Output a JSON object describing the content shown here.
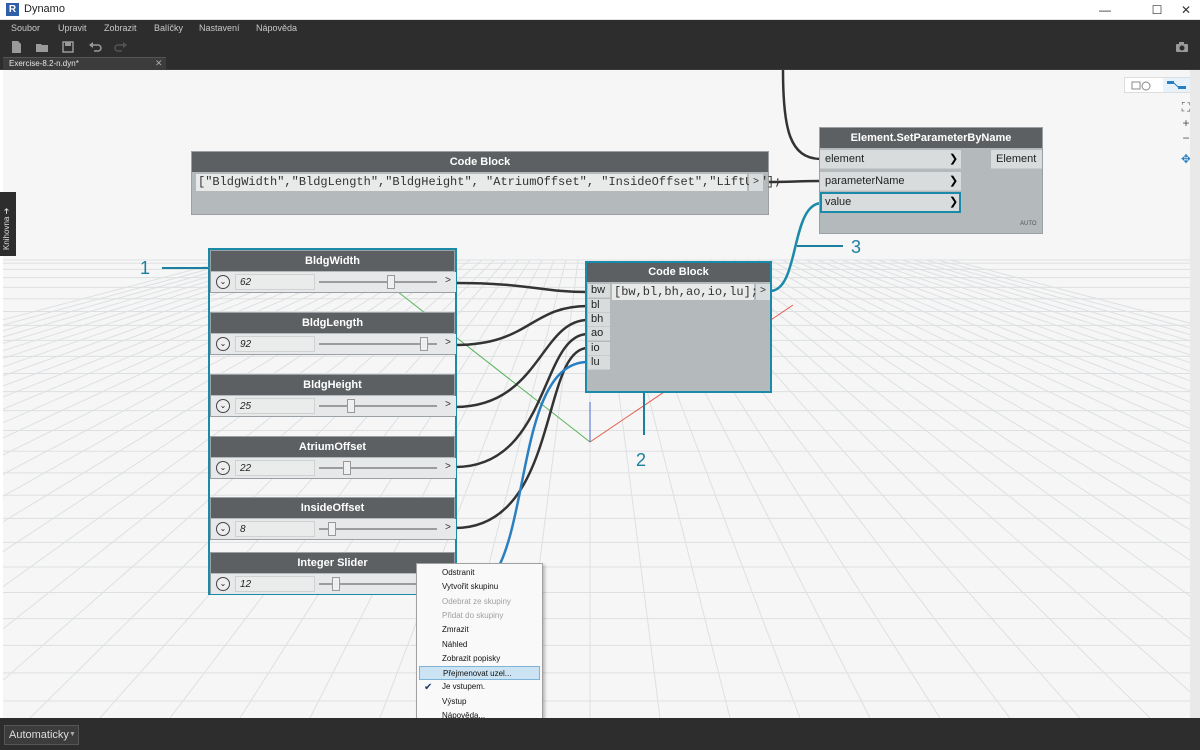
{
  "window": {
    "title": "Dynamo",
    "app_icon": "R",
    "controls": [
      "—",
      "☐",
      "✕"
    ]
  },
  "menu": [
    "Soubor",
    "Upravit",
    "Zobrazit",
    "Balíčky",
    "Nastavení",
    "Nápověda"
  ],
  "toolbar": {
    "icons": [
      "new-file-icon",
      "open-icon",
      "save-icon",
      "undo-icon",
      "redo-icon",
      "camera-icon"
    ]
  },
  "tab": {
    "label": "Exercise-8.2-n.dyn*",
    "close": "✕"
  },
  "library_tab": {
    "label": "Knihovna ➔"
  },
  "run_mode": {
    "value": "Automaticky",
    "arrow": "▼"
  },
  "zoom": {
    "fit": "⛶",
    "plus": "+",
    "minus": "−",
    "pan": "✥"
  },
  "nodes": {
    "code_block_1": {
      "title": "Code Block",
      "code": "[\"BldgWidth\",\"BldgLength\",\"BldgHeight\", \"AtriumOffset\", \"InsideOffset\",\"LiftUp\"];",
      "out": ">"
    },
    "set_param": {
      "title": "Element.SetParameterByName",
      "inputs": [
        "element",
        "parameterName",
        "value"
      ],
      "output": "Element",
      "lacing": "AUTO",
      "port_arrow": "❯"
    },
    "code_block_2": {
      "title": "Code Block",
      "code": "[bw,bl,bh,ao,io,lu];",
      "inputs": [
        "bw",
        "bl",
        "bh",
        "ao",
        "io",
        "lu"
      ],
      "out": ">"
    },
    "sliders": [
      {
        "title": "BldgWidth",
        "value": "62",
        "pos": 0.62
      },
      {
        "title": "BldgLength",
        "value": "92",
        "pos": 0.92
      },
      {
        "title": "BldgHeight",
        "value": "25",
        "pos": 0.25
      },
      {
        "title": "AtriumOffset",
        "value": "22",
        "pos": 0.22
      },
      {
        "title": "InsideOffset",
        "value": "8",
        "pos": 0.08
      },
      {
        "title": "Integer Slider",
        "value": "12",
        "pos": 0.12
      }
    ],
    "slider_expand": "⌄",
    "slider_out": ">"
  },
  "annotations": [
    "1",
    "2",
    "3"
  ],
  "context_menu": {
    "items": [
      {
        "label": "Odstranit",
        "disabled": false,
        "highlight": false,
        "checked": false
      },
      {
        "label": "Vytvořit skupinu",
        "disabled": false,
        "highlight": false,
        "checked": false
      },
      {
        "label": "Odebrat ze skupiny",
        "disabled": true,
        "highlight": false,
        "checked": false
      },
      {
        "label": "Přidat do skupiny",
        "disabled": true,
        "highlight": false,
        "checked": false
      },
      {
        "label": "Zmrazit",
        "disabled": false,
        "highlight": false,
        "checked": false
      },
      {
        "label": "Náhled",
        "disabled": false,
        "highlight": false,
        "checked": false
      },
      {
        "label": "Zobrazit popisky",
        "disabled": false,
        "highlight": false,
        "checked": false
      },
      {
        "label": "Přejmenovat uzel...",
        "disabled": false,
        "highlight": true,
        "checked": false
      },
      {
        "label": "Je vstupem.",
        "disabled": false,
        "highlight": false,
        "checked": true
      },
      {
        "label": "Výstup",
        "disabled": false,
        "highlight": false,
        "checked": false
      },
      {
        "label": "Nápověda...",
        "disabled": false,
        "highlight": false,
        "checked": false
      }
    ],
    "check_glyph": "✔"
  },
  "colors": {
    "accent": "#1b8aa8",
    "chrome": "#2d2d2d",
    "node_header": "#5d6062",
    "node_body": "#b4b9bb",
    "wire": "#333333",
    "wire_selected": "#2a7fc0"
  }
}
